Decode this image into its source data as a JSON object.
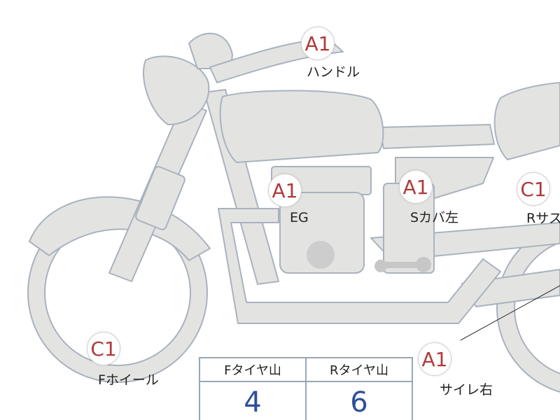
{
  "markers": {
    "handle": {
      "grade": "A1",
      "label": "ハンドル"
    },
    "engine": {
      "grade": "A1",
      "label": "EG"
    },
    "side_cover_l": {
      "grade": "A1",
      "label": "Sカバ左"
    },
    "rear_susp": {
      "grade": "C1",
      "label": "Rサス"
    },
    "front_wheel": {
      "grade": "C1",
      "label": "Fホイール"
    },
    "muffler_r": {
      "grade": "A1",
      "label": "サイレ右"
    }
  },
  "tire_table": {
    "headers": [
      "Fタイヤ山",
      "Rタイヤ山"
    ],
    "values": [
      "4",
      "6"
    ]
  },
  "colors": {
    "bike_fill": "#e3e4e2",
    "bike_outline": "#a9b2bd",
    "grade_text": "#b03a3a",
    "table_value": "#2f4f9a"
  }
}
